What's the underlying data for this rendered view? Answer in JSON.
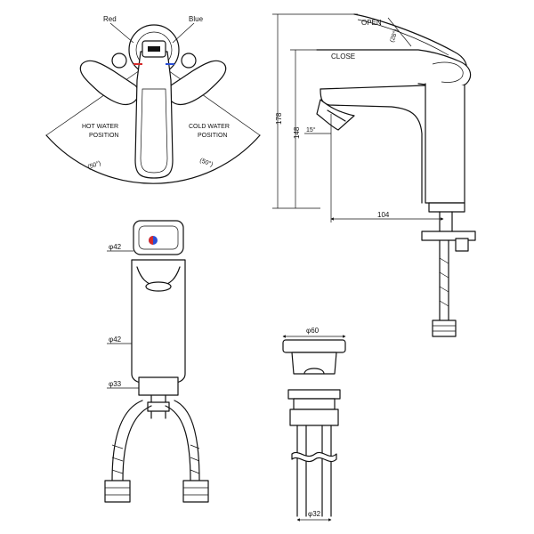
{
  "top_view": {
    "red_label": "Red",
    "blue_label": "Blue",
    "hot_label_1": "HOT WATER",
    "hot_label_2": "POSITION",
    "cold_label_1": "COLD WATER",
    "cold_label_2": "POSITION",
    "angle_left": "(50°)",
    "angle_right": "(50°)",
    "red_color": "#d62b2b",
    "blue_color": "#2b4fd6"
  },
  "side_view": {
    "open_label": "OPEN",
    "close_label": "CLOSE",
    "open_angle": "(28°)",
    "spout_angle": "15°",
    "height_total": "178",
    "height_spout": "148",
    "reach": "104"
  },
  "front_view": {
    "dia_top": "φ42",
    "dia_body": "φ42",
    "dia_base": "φ33"
  },
  "drain_view": {
    "dia_cap": "φ60",
    "dia_tail": "φ32"
  }
}
